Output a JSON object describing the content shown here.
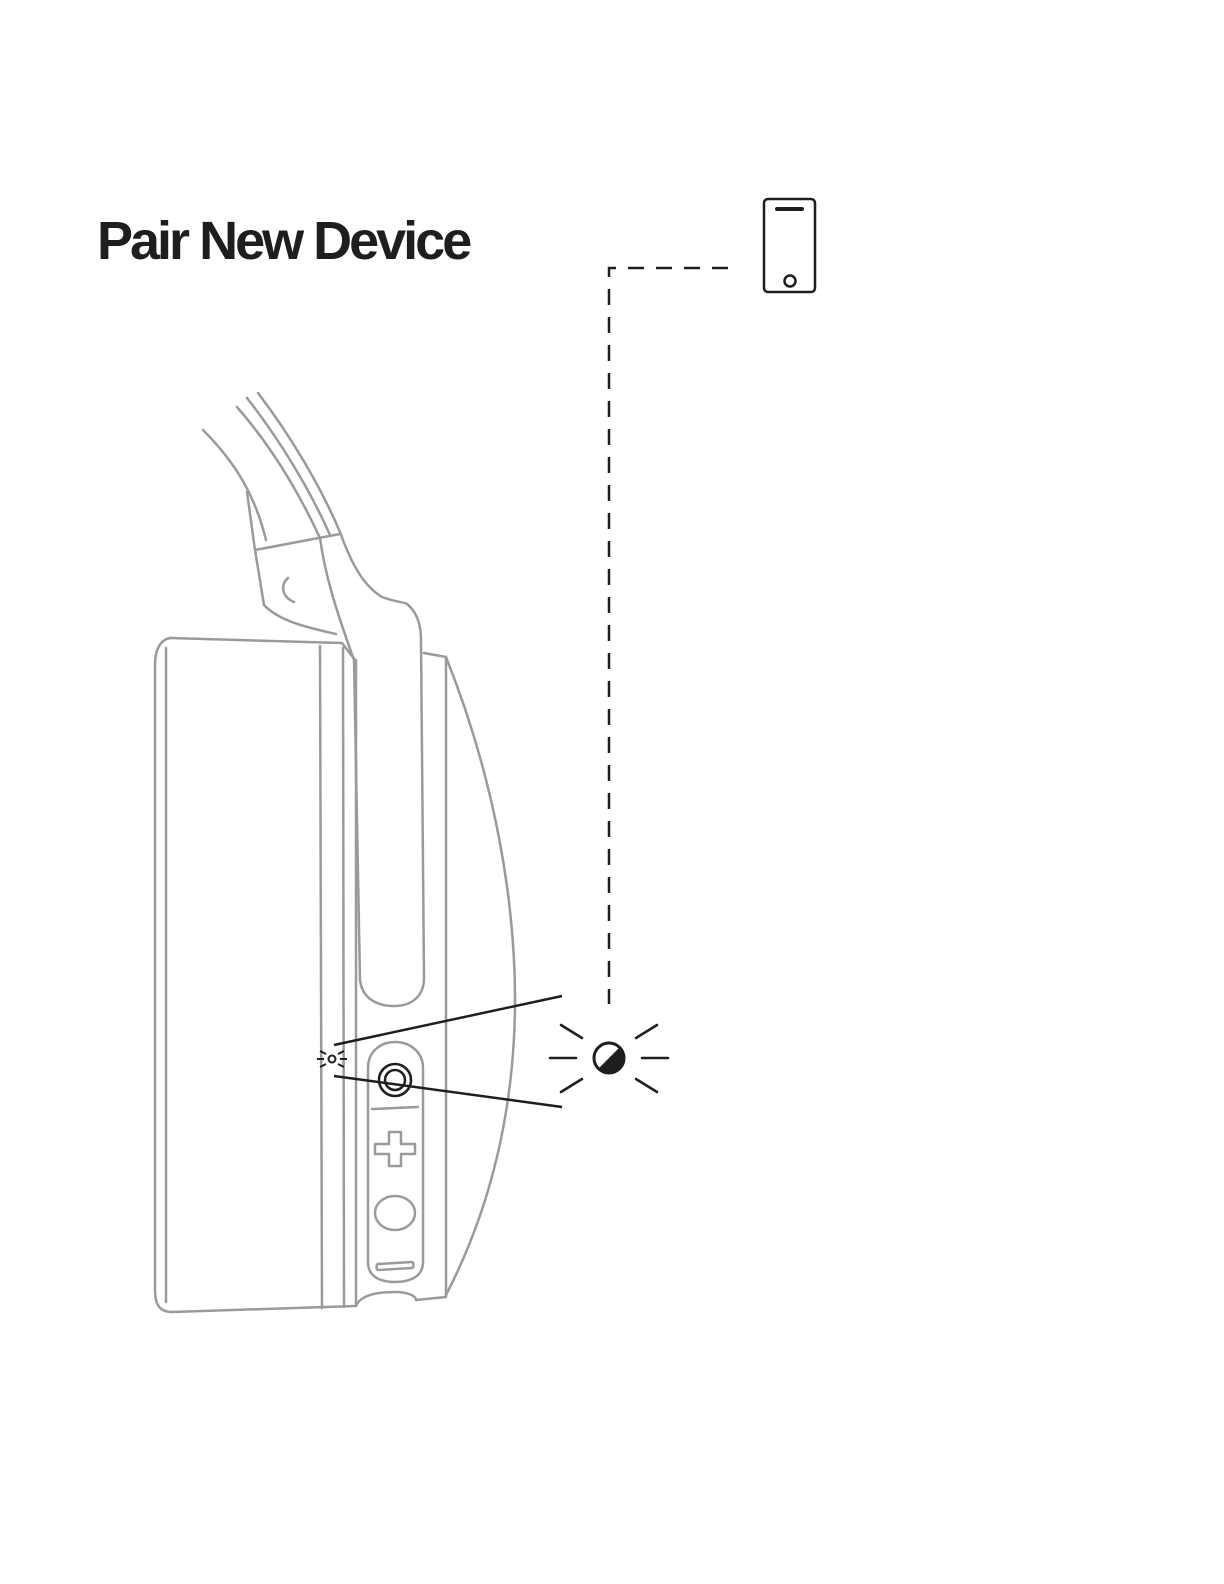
{
  "title": "Pair New Device",
  "icons": {
    "phone": "smartphone-icon",
    "headphones": "headphones-side-view",
    "led": "status-led-icon",
    "led_indicator": "half-filled-blinking-indicator"
  },
  "colors": {
    "title": "#1e1e1e",
    "line_art": "#9a9a9a",
    "dark_line": "#1e1e1e",
    "background": "#ffffff"
  }
}
